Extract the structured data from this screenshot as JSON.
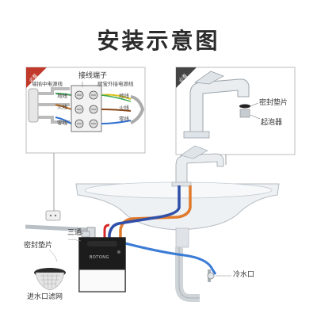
{
  "title": "安装示意图",
  "left_panel": {
    "tag": "必看",
    "terminal_block": "接线端子",
    "supply_line": "墙插中电源线",
    "appliance_line": "厨宝外接电源线",
    "ground_left": "地线",
    "live_left": "火线",
    "neutral_left": "零线",
    "ground_right": "地线",
    "live_right": "火线",
    "neutral_right": "零线"
  },
  "right_panel": {
    "tag": "必看",
    "seal_gasket": "密封垫片",
    "aerator": "起泡器"
  },
  "main": {
    "tee": "三通",
    "seal_gasket": "密封垫片",
    "inlet_filter": "进水口滤网",
    "cold_inlet": "冷水口",
    "brand": "BOTONG"
  },
  "colors": {
    "hot_pipe": "#e07a2c",
    "cold_pipe": "#2f4fa8",
    "blue_hose": "#3a7bd5",
    "red_pipe": "#d62828",
    "tag_red": "#c0392b",
    "tag_dark": "#444444"
  }
}
